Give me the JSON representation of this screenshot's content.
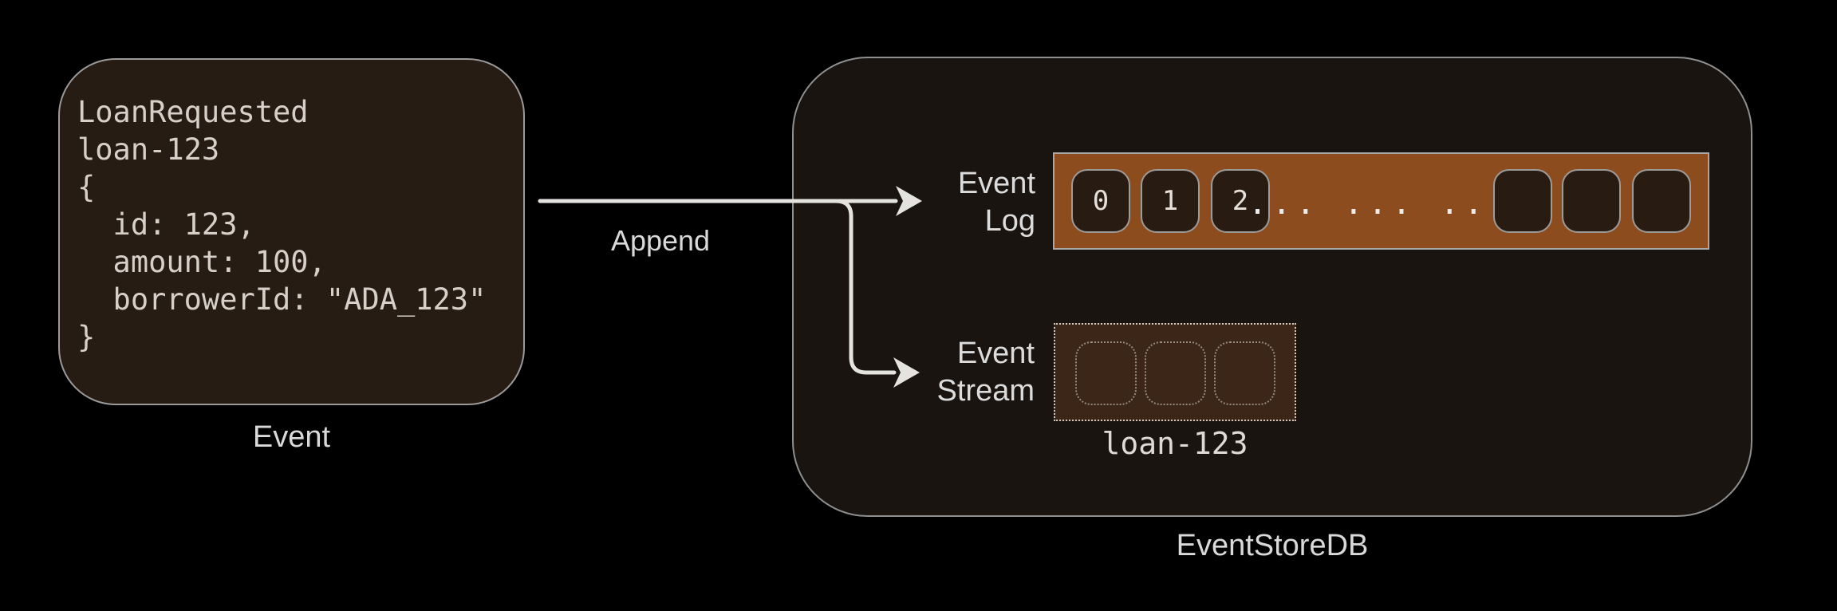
{
  "event_card": {
    "code_lines": [
      "LoanRequested",
      "loan-123",
      "{",
      "  id: 123,",
      "  amount: 100,",
      "  borrowerId: \"ADA_123\"",
      "}"
    ],
    "caption": "Event"
  },
  "append_arrow": {
    "label": "Append"
  },
  "eventstore": {
    "caption": "EventStoreDB",
    "event_log": {
      "label_line1": "Event",
      "label_line2": "Log",
      "cells": [
        "0",
        "1",
        "2"
      ],
      "ellipsis": "... ... ...",
      "empty_cell_count": 3
    },
    "event_stream": {
      "label_line1": "Event",
      "label_line2": "Stream",
      "stream_name": "loan-123",
      "empty_cell_count": 3
    }
  },
  "colors": {
    "background": "#000000",
    "event_card_fill": "#271c13",
    "container_fill": "#191410",
    "event_log_track": "#8d4c1e",
    "cell_fill": "#281b11",
    "stream_box_fill": "#3b2617",
    "border_gray": "#9a9a9a",
    "text_light": "#d9d9d9",
    "arrow": "#e5e3e0"
  }
}
